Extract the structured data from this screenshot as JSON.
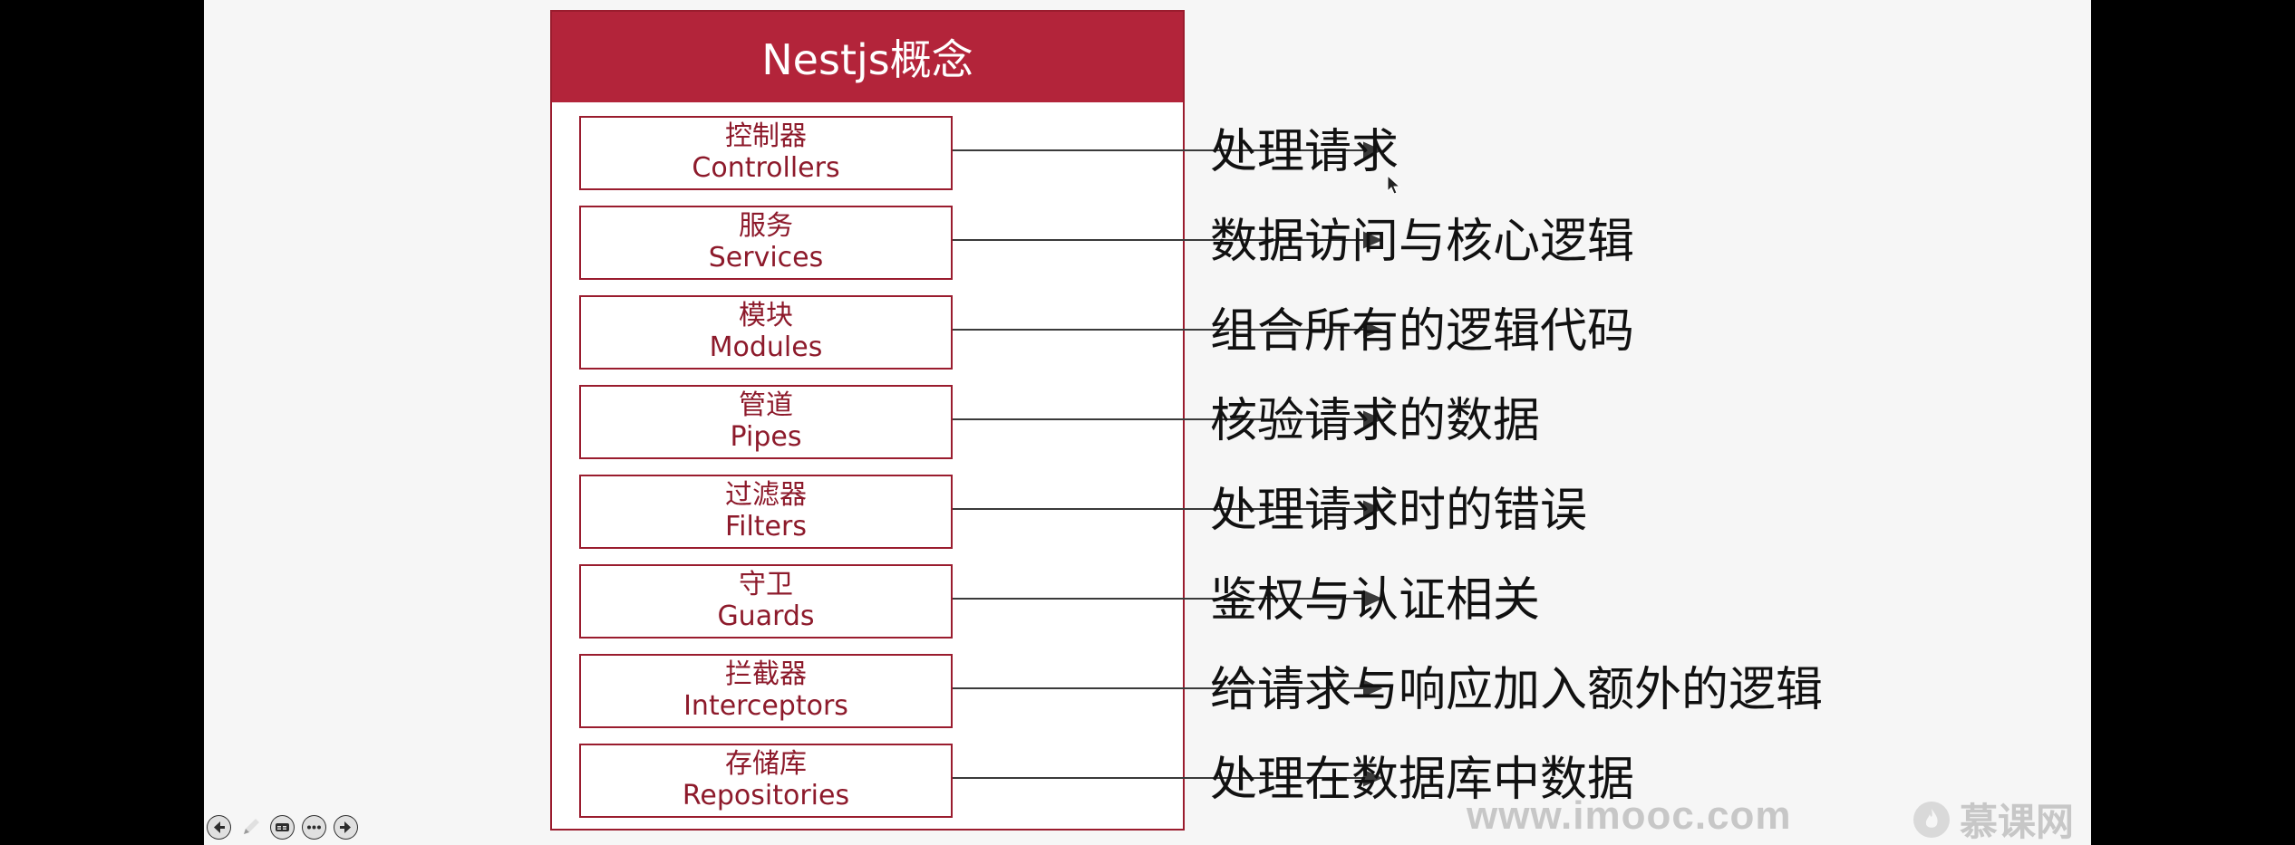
{
  "slide": {
    "title": "Nestjs概念",
    "concepts": [
      {
        "zh": "控制器",
        "en": "Controllers",
        "desc": "处理请求"
      },
      {
        "zh": "服务",
        "en": "Services",
        "desc": "数据访问与核心逻辑"
      },
      {
        "zh": "模块",
        "en": "Modules",
        "desc": "组合所有的逻辑代码"
      },
      {
        "zh": "管道",
        "en": "Pipes",
        "desc": "核验请求的数据"
      },
      {
        "zh": "过滤器",
        "en": "Filters",
        "desc": "处理请求时的错误"
      },
      {
        "zh": "守卫",
        "en": "Guards",
        "desc": "鉴权与认证相关"
      },
      {
        "zh": "拦截器",
        "en": "Interceptors",
        "desc": "给请求与响应加入额外的逻辑"
      },
      {
        "zh": "存储库",
        "en": "Repositories",
        "desc": "处理在数据库中数据"
      }
    ]
  },
  "watermark": "www.imooc.com",
  "brand": "慕课网",
  "player_controls": [
    "back-icon",
    "pen-icon",
    "captions-icon",
    "more-icon",
    "forward-icon"
  ],
  "colors": {
    "accent": "#b3243a",
    "accent_dark": "#9a1c2e",
    "slide_bg": "#f6f6f6",
    "watermark": "#c7c7c7"
  }
}
